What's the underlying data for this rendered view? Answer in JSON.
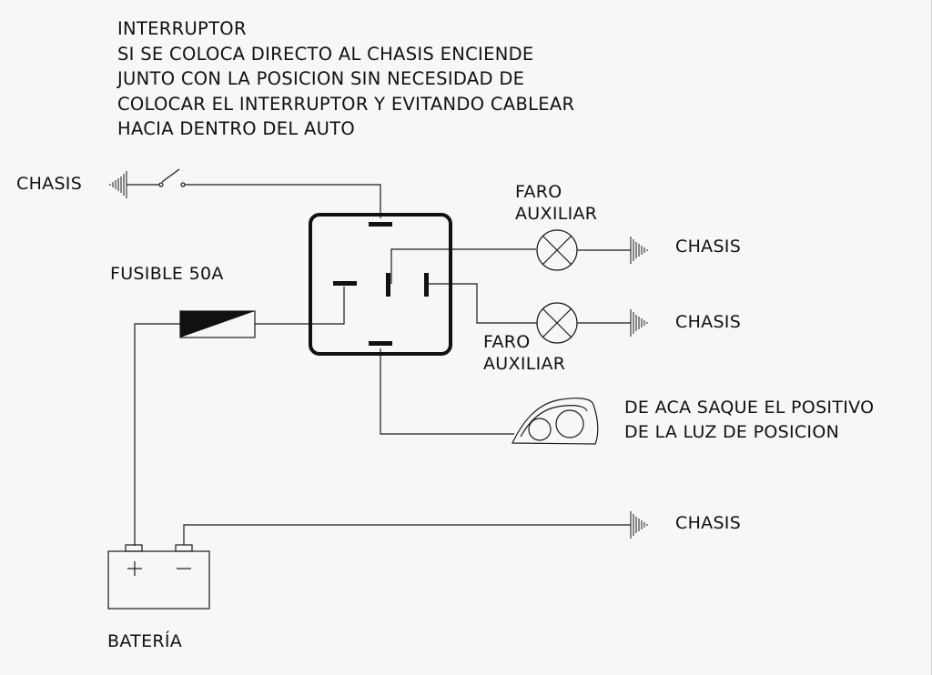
{
  "note_lines": [
    "INTERRUPTOR",
    "SI SE COLOCA DIRECTO AL CHASIS ENCIENDE",
    "JUNTO CON LA POSICION SIN NECESIDAD DE",
    "COLOCAR EL INTERRUPTOR Y EVITANDO CABLEAR",
    "HACIA DENTRO DEL AUTO"
  ],
  "labels": {
    "chasis_switch": "CHASIS",
    "faro_top_line1": "FARO",
    "faro_top_line2": "AUXILIAR",
    "chasis_lamp_top": "CHASIS",
    "fusible": "FUSIBLE 50A",
    "chasis_lamp_bottom": "CHASIS",
    "faro_bottom_line1": "FARO",
    "faro_bottom_line2": "AUXILIAR",
    "position_line1": "DE ACA SAQUE EL POSITIVO",
    "position_line2": "DE LA LUZ DE POSICION",
    "chasis_battery": "CHASIS",
    "battery": "BATERÍA",
    "battery_plus": "+",
    "battery_minus": "−"
  },
  "colors": {
    "line": "#1a1a1a",
    "background": "#f7f7f7"
  }
}
